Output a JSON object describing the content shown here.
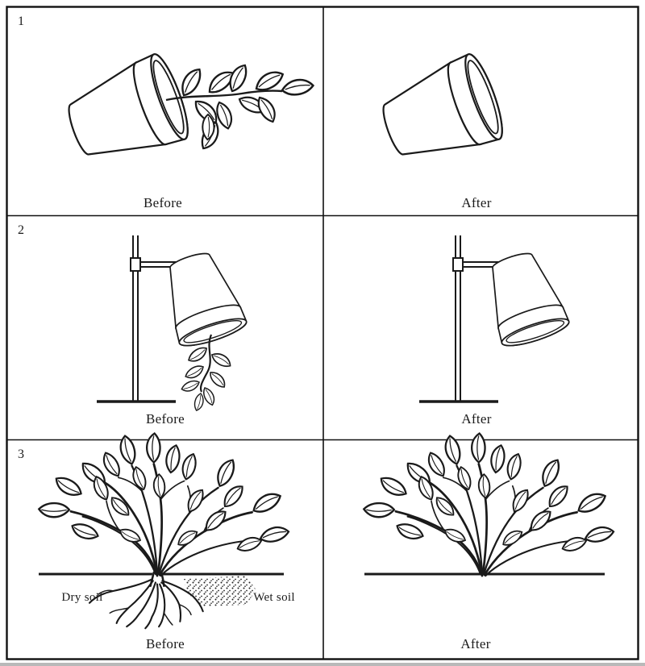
{
  "figure": {
    "title_hidden": "",
    "colors": {
      "ink": "#1a1a1a",
      "paper": "#ffffff"
    },
    "rows": [
      {
        "number": "1",
        "before_label": "Before",
        "after_label": "After"
      },
      {
        "number": "2",
        "before_label": "Before",
        "after_label": "After"
      },
      {
        "number": "3",
        "before_label": "Before",
        "after_label": "After"
      }
    ],
    "annotations": {
      "dry_soil": "Dry soil",
      "wet_soil": "Wet soil"
    },
    "illustrations": {
      "row1_before": "tilted-flower-pot-with-horizontal-leafy-shoot",
      "row1_after": "tilted-flower-pot-empty",
      "row2_before": "inverted-pot-hanging-on-stand-with-downward-shoot",
      "row2_after": "inverted-pot-hanging-on-stand-empty",
      "row3_before": "shrub-with-roots-between-dry-and-wet-soil",
      "row3_after": "shrub-above-ground-line"
    }
  }
}
